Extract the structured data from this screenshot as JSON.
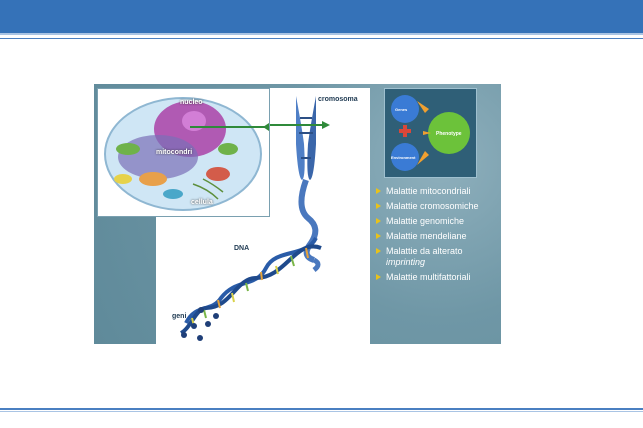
{
  "slide": {
    "labels": {
      "nucleo": "nucleo",
      "mitocondri": "mitocondri",
      "cellula": "cellula",
      "cromosoma": "cromosoma",
      "dna": "DNA",
      "geni": "geni"
    },
    "diagram": {
      "genes": "Genes",
      "environment": "Environment",
      "phenotype": "Phenotype"
    },
    "bullets": [
      {
        "text": "Malattie mitocondriali"
      },
      {
        "text": "Malattie cromosomiche"
      },
      {
        "text": "Malattie genomiche"
      },
      {
        "text": "Malattie mendeliane"
      },
      {
        "text": "Malattie da alterato",
        "em": "imprinting"
      },
      {
        "text": "Malattie multifattoriali"
      }
    ]
  },
  "colors": {
    "header": "#3572b8",
    "bullet_marker": "#e8c21a",
    "slide_bg": "#6f97a6",
    "arrow": "#2f8a3a"
  }
}
